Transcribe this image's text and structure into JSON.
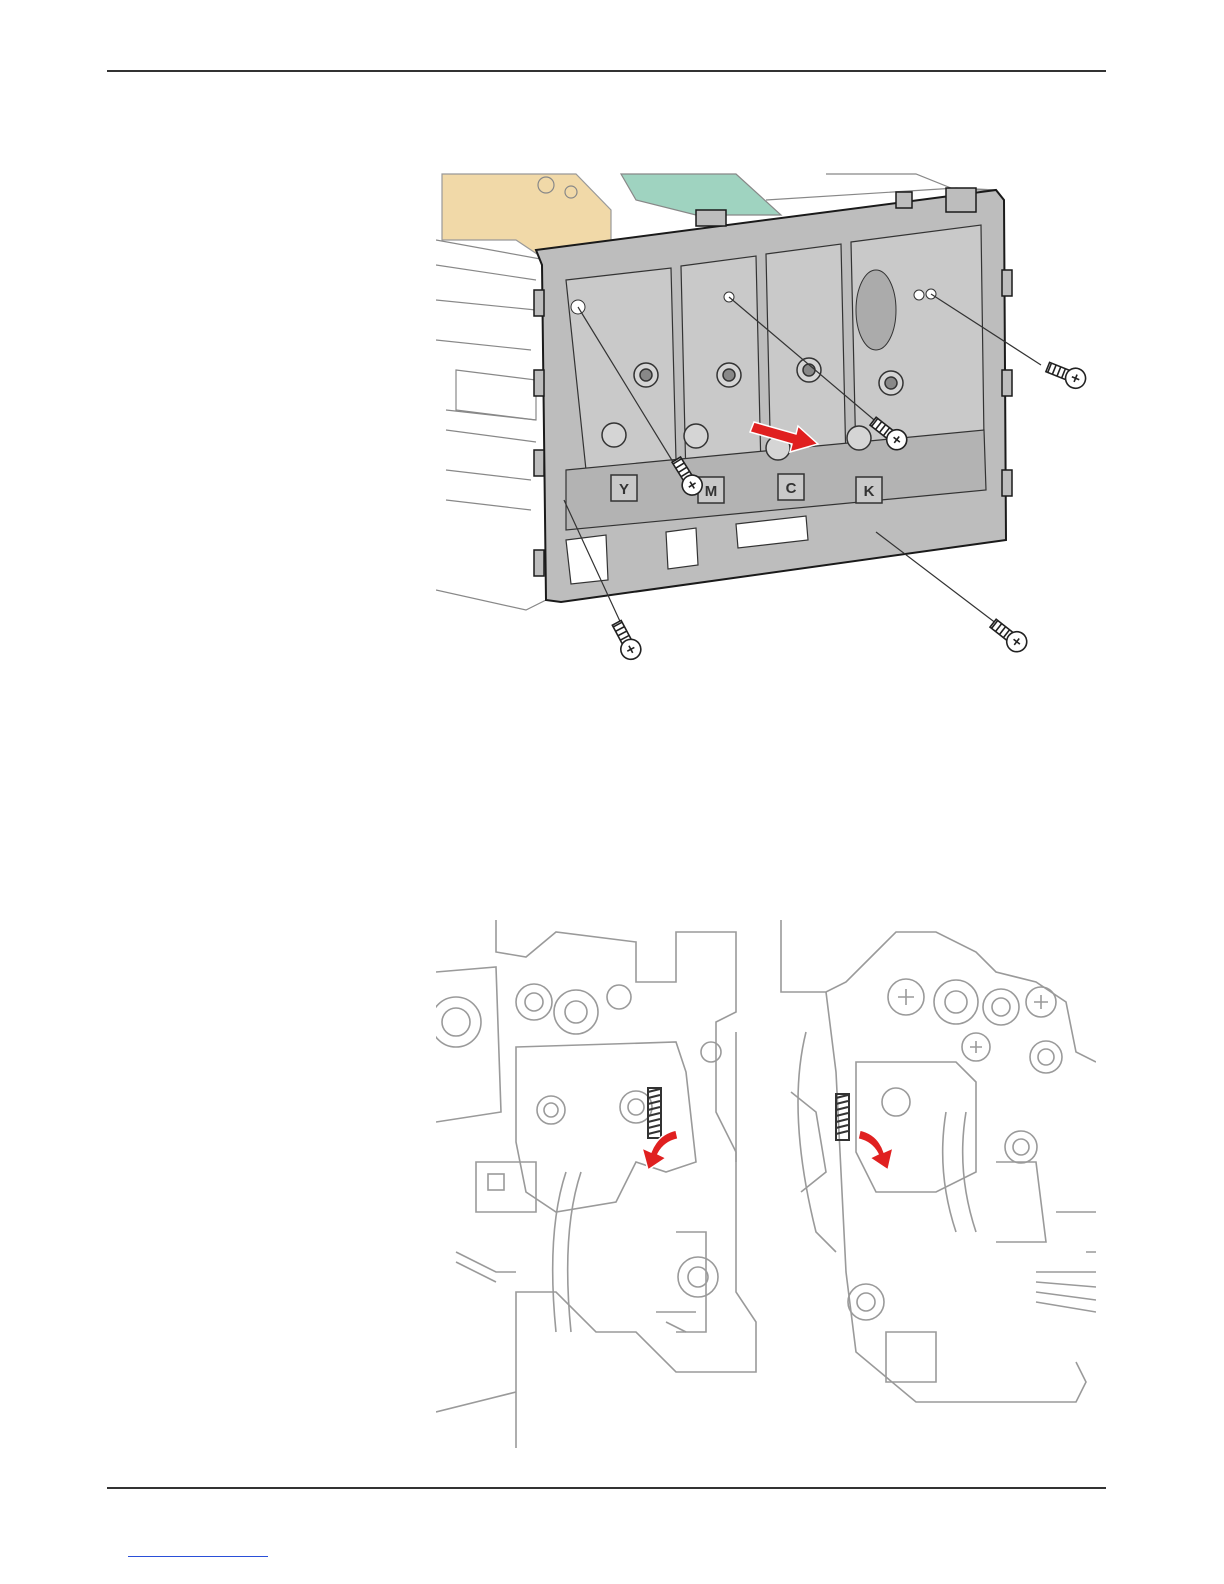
{
  "figure1": {
    "slot_labels": [
      "Y",
      "M",
      "C",
      "K"
    ],
    "colors": {
      "frame": "#bdbdbd",
      "frame_stroke": "#1a1a1a",
      "arrow": "#e02020",
      "board_tan": "#f1d9a8",
      "board_green": "#9fd3c0"
    },
    "icons": [
      "screw-icon",
      "arrow-icon"
    ]
  },
  "figure2": {
    "colors": {
      "line": "#9a9a9a",
      "spring": "#333333",
      "arrow": "#e02020"
    },
    "icons": [
      "spring-icon",
      "rotate-arrow-icon"
    ]
  }
}
